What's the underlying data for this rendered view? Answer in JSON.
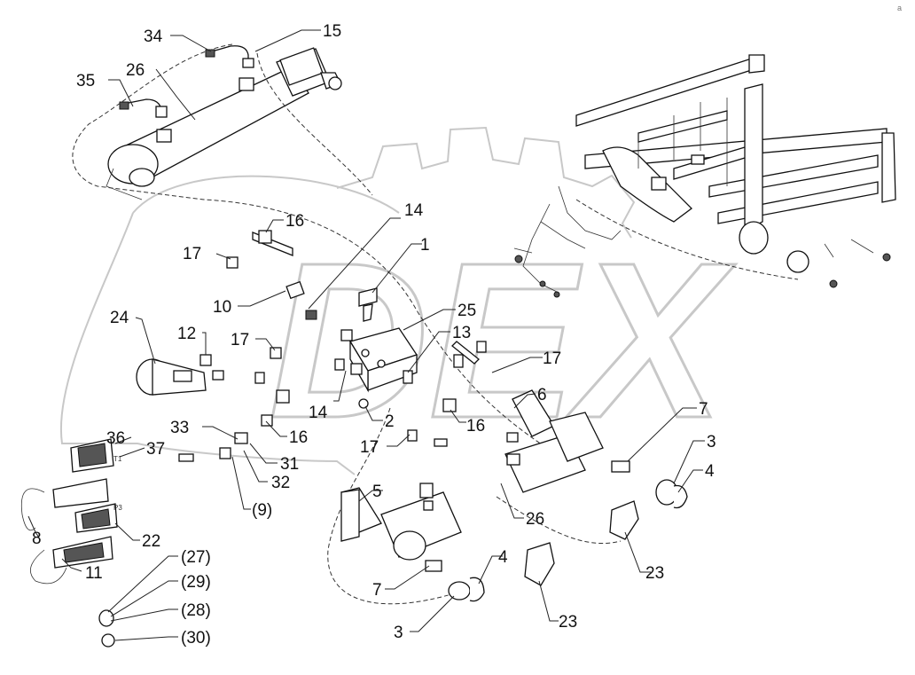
{
  "watermark_text": "DEX",
  "corner_mark": "a",
  "connector_tags": {
    "t1": "T1",
    "p3": "P3"
  },
  "callouts": [
    {
      "id": "c34",
      "text": "34"
    },
    {
      "id": "c15",
      "text": "15"
    },
    {
      "id": "c35",
      "text": "35"
    },
    {
      "id": "c26a",
      "text": "26"
    },
    {
      "id": "c14a",
      "text": "14"
    },
    {
      "id": "c16a",
      "text": "16"
    },
    {
      "id": "c17a",
      "text": "17"
    },
    {
      "id": "c1",
      "text": "1"
    },
    {
      "id": "c10",
      "text": "10"
    },
    {
      "id": "c25",
      "text": "25"
    },
    {
      "id": "c24",
      "text": "24"
    },
    {
      "id": "c12",
      "text": "12"
    },
    {
      "id": "c17b",
      "text": "17"
    },
    {
      "id": "c13",
      "text": "13"
    },
    {
      "id": "c17c",
      "text": "17"
    },
    {
      "id": "c6",
      "text": "6"
    },
    {
      "id": "c14b",
      "text": "14"
    },
    {
      "id": "c2",
      "text": "2"
    },
    {
      "id": "c16b",
      "text": "16"
    },
    {
      "id": "c33",
      "text": "33"
    },
    {
      "id": "c16c",
      "text": "16"
    },
    {
      "id": "c7a",
      "text": "7"
    },
    {
      "id": "c36",
      "text": "36"
    },
    {
      "id": "c37",
      "text": "37"
    },
    {
      "id": "c17d",
      "text": "17"
    },
    {
      "id": "c3a",
      "text": "3"
    },
    {
      "id": "c31",
      "text": "31"
    },
    {
      "id": "c4a",
      "text": "4"
    },
    {
      "id": "c32",
      "text": "32"
    },
    {
      "id": "c5",
      "text": "5"
    },
    {
      "id": "c9",
      "text": "(9)"
    },
    {
      "id": "c26b",
      "text": "26"
    },
    {
      "id": "c8",
      "text": "8"
    },
    {
      "id": "c22",
      "text": "22"
    },
    {
      "id": "c23a",
      "text": "23"
    },
    {
      "id": "c27",
      "text": "(27)"
    },
    {
      "id": "c4b",
      "text": "4"
    },
    {
      "id": "c11",
      "text": "11"
    },
    {
      "id": "c29",
      "text": "(29)"
    },
    {
      "id": "c7b",
      "text": "7"
    },
    {
      "id": "c28",
      "text": "(28)"
    },
    {
      "id": "c3b",
      "text": "3"
    },
    {
      "id": "c23b",
      "text": "23"
    },
    {
      "id": "c30",
      "text": "(30)"
    }
  ]
}
